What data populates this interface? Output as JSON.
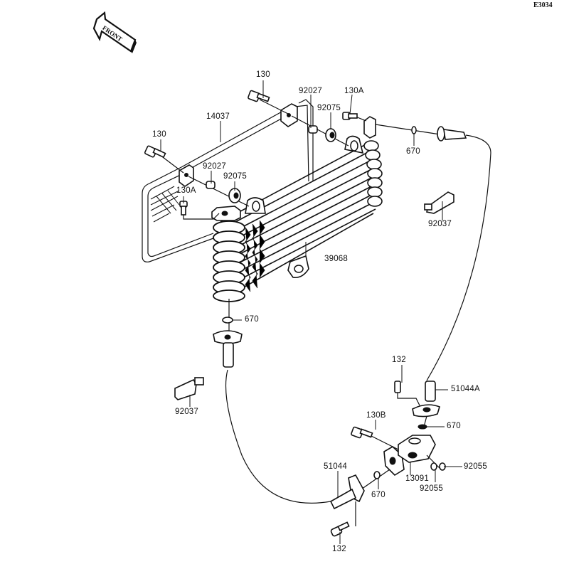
{
  "diagram": {
    "code": "E3034",
    "front_arrow_label": "FRONT",
    "parts": [
      {
        "id": "130-top",
        "label": "130"
      },
      {
        "id": "92027-top",
        "label": "92027"
      },
      {
        "id": "130A-top",
        "label": "130A"
      },
      {
        "id": "92075-top",
        "label": "92075"
      },
      {
        "id": "14037",
        "label": "14037"
      },
      {
        "id": "130-left",
        "label": "130"
      },
      {
        "id": "92027-left",
        "label": "92027"
      },
      {
        "id": "92075-left",
        "label": "92075"
      },
      {
        "id": "130A-left",
        "label": "130A"
      },
      {
        "id": "670-top",
        "label": "670"
      },
      {
        "id": "92037-right",
        "label": "92037"
      },
      {
        "id": "39068",
        "label": "39068"
      },
      {
        "id": "670-left",
        "label": "670"
      },
      {
        "id": "92037-left",
        "label": "92037"
      },
      {
        "id": "132-top",
        "label": "132"
      },
      {
        "id": "51044A",
        "label": "51044A"
      },
      {
        "id": "130B",
        "label": "130B"
      },
      {
        "id": "670-mid",
        "label": "670"
      },
      {
        "id": "51044",
        "label": "51044"
      },
      {
        "id": "92055-right",
        "label": "92055"
      },
      {
        "id": "13091",
        "label": "13091"
      },
      {
        "id": "92055-bottom",
        "label": "92055"
      },
      {
        "id": "670-bottom",
        "label": "670"
      },
      {
        "id": "132-bottom",
        "label": "132"
      }
    ]
  }
}
